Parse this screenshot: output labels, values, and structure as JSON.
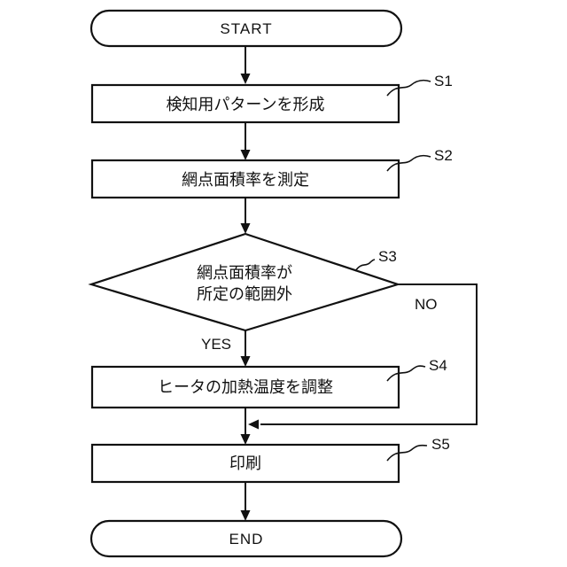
{
  "figure": {
    "type": "flowchart",
    "colors": {
      "line": "#111111",
      "text": "#111111",
      "background": "#ffffff"
    },
    "nodes": {
      "start": {
        "type": "terminator",
        "label": "START"
      },
      "s1": {
        "step": "S1",
        "type": "process",
        "label": "検知用パターンを形成"
      },
      "s2": {
        "step": "S2",
        "type": "process",
        "label": "網点面積率を測定"
      },
      "s3": {
        "step": "S3",
        "type": "decision",
        "label_line1": "網点面積率が",
        "label_line2": "所定の範囲外"
      },
      "s4": {
        "step": "S4",
        "type": "process",
        "label": "ヒータの加熱温度を調整"
      },
      "s5": {
        "step": "S5",
        "type": "process",
        "label": "印刷"
      },
      "end": {
        "type": "terminator",
        "label": "END"
      }
    },
    "branches": {
      "yes": "YES",
      "no": "NO"
    }
  }
}
